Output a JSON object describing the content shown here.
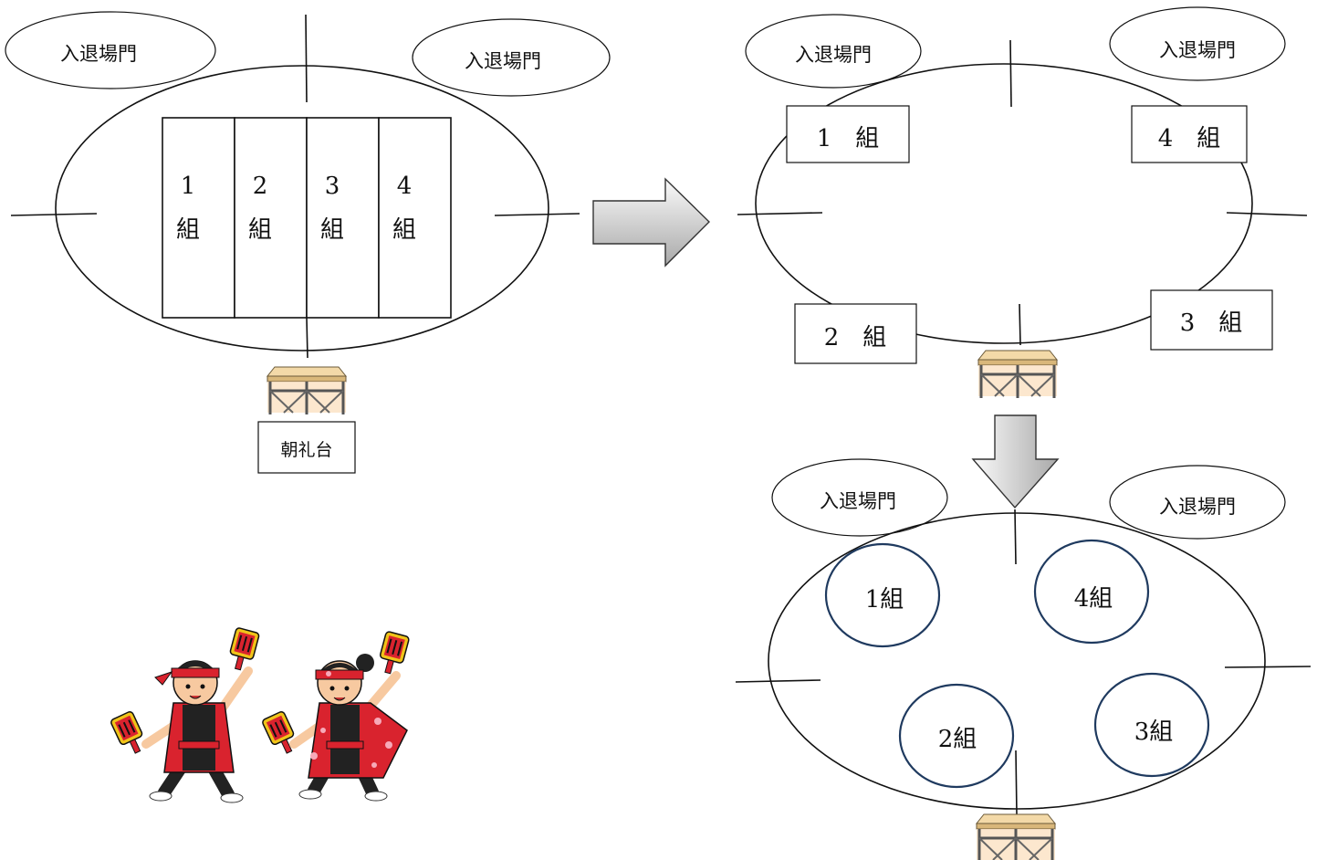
{
  "gate_label": "入退場門",
  "panel1": {
    "columns": [
      {
        "num": "1",
        "kumi": "組"
      },
      {
        "num": "2",
        "kumi": "組"
      },
      {
        "num": "3",
        "kumi": "組"
      },
      {
        "num": "4",
        "kumi": "組"
      }
    ],
    "stand_label": "朝礼台"
  },
  "panel2": {
    "boxes": [
      "1　組",
      "4　組",
      "2　組",
      "3　組"
    ]
  },
  "panel3": {
    "circles": [
      "1組",
      "4組",
      "2組",
      "3組"
    ]
  },
  "colors": {
    "arrow_light": "#f2f2f2",
    "arrow_dark": "#a6a6a6",
    "circle_stroke": "#1f3a5f",
    "happi_red": "#d9232e",
    "stage_top": "#f2d7a6",
    "stage_frame": "#5a5a5a"
  }
}
